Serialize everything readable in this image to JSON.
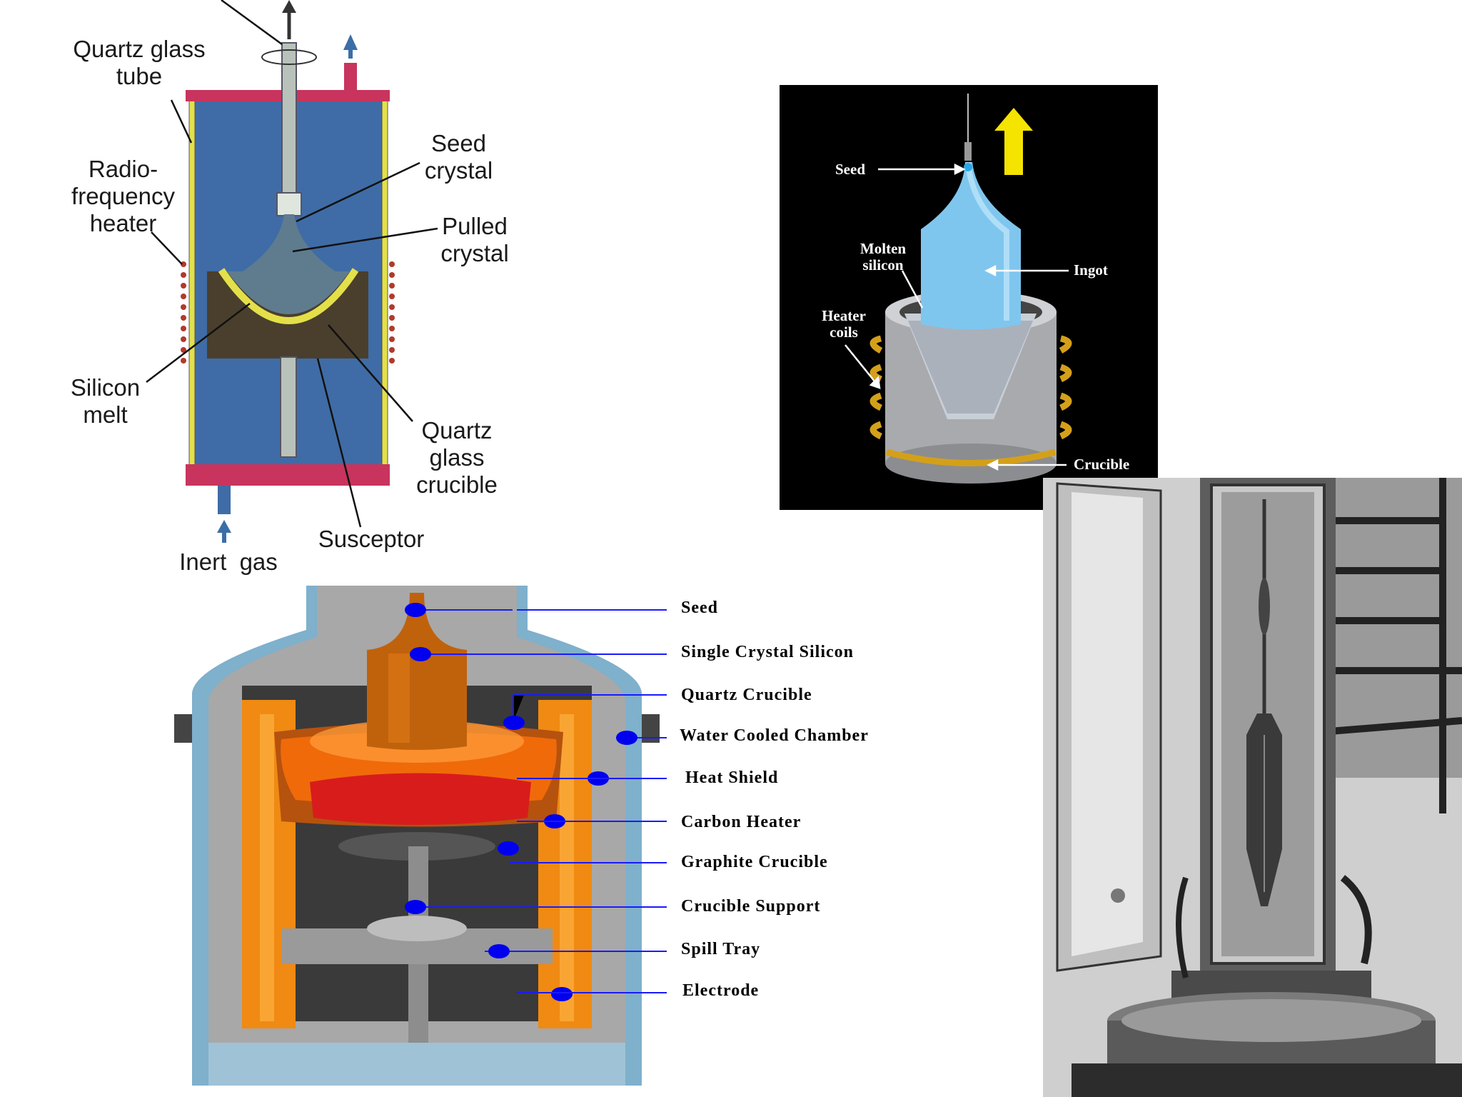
{
  "quartz_tube_diagram": {
    "labels": {
      "quartz_tube": "Quartz glass\ntube",
      "rf_heater": "Radio-\nfrequency\nheater",
      "seed": "Seed\ncrystal",
      "pulled": "Pulled\ncrystal",
      "melt": "Silicon\nmelt",
      "crucible": "Quartz\nglass\ncrucible",
      "susceptor": "Susceptor",
      "inert": "Inert  gas"
    },
    "colors": {
      "chamber": "#3f6ca6",
      "flange": "#c8345d",
      "tube_wall": "#e3e04a",
      "susceptor": "#4a3f2c",
      "coil": "#b03a2a"
    }
  },
  "ingot_diagram": {
    "labels": {
      "seed": "Seed",
      "molten": "Molten\nsilicon",
      "ingot": "Ingot",
      "coils": "Heater\ncoils",
      "crucible": "Crucible"
    },
    "colors": {
      "background": "#000000",
      "arrow": "#f5e400",
      "ingot": "#7fc6ee",
      "coil": "#d4a01a"
    }
  },
  "cutaway_diagram": {
    "labels": [
      "Seed",
      "Single Crystal Silicon",
      "Quartz Crucible",
      "Water Cooled Chamber",
      "Heat Shield",
      "Carbon Heater",
      "Graphite Crucible",
      "Crucible Support",
      "Spill Tray",
      "Electrode"
    ],
    "colors": {
      "marker": "#0000ee",
      "leader": "#1a1aff",
      "melt": "#d81c1c",
      "heater": "#f08a12",
      "chamber": "#7fb0cc"
    }
  },
  "puller_photo": {}
}
